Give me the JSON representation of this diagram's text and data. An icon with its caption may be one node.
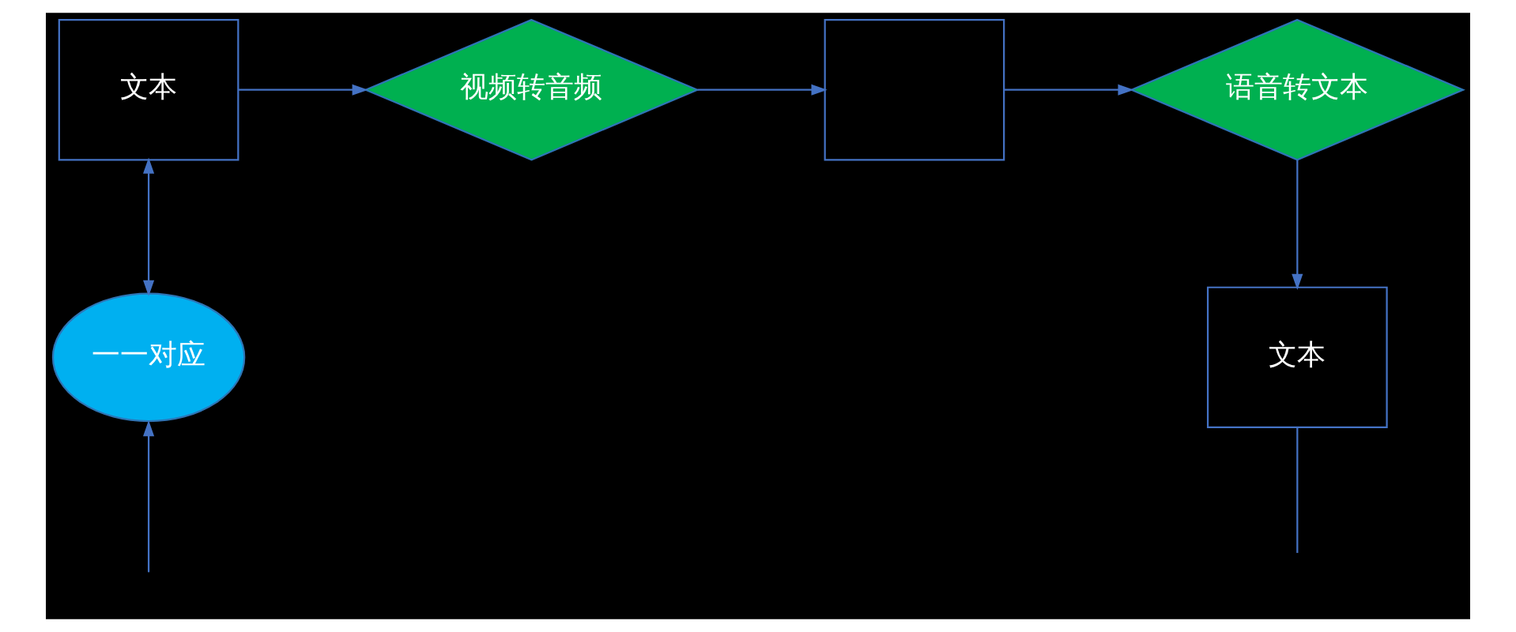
{
  "diagram": {
    "nodes": [
      {
        "text": [
          "文本"
        ]
      },
      {
        "text": [
          "视频转音频"
        ]
      },
      {
        "text": [],
        "shape": "box"
      },
      {
        "text": [
          "语音转文本"
        ]
      },
      {
        "text": [
          "文本"
        ]
      },
      {
        "text": [
          "一一对应"
        ]
      }
    ],
    "edges": [
      {
        "from": 0,
        "to": 1,
        "arrow": "to"
      },
      {
        "from": 1,
        "to": 2,
        "arrow": "to"
      },
      {
        "from": 2,
        "to": 3,
        "arrow": "to"
      },
      {
        "from": 3,
        "to": 4,
        "arrow": "to"
      },
      {
        "from": 0,
        "to": 5,
        "arrow": "both"
      },
      {
        "from": null,
        "to": 5,
        "arrow": "to"
      },
      {
        "from": 4,
        "to": null,
        "arrow": "none"
      }
    ]
  }
}
